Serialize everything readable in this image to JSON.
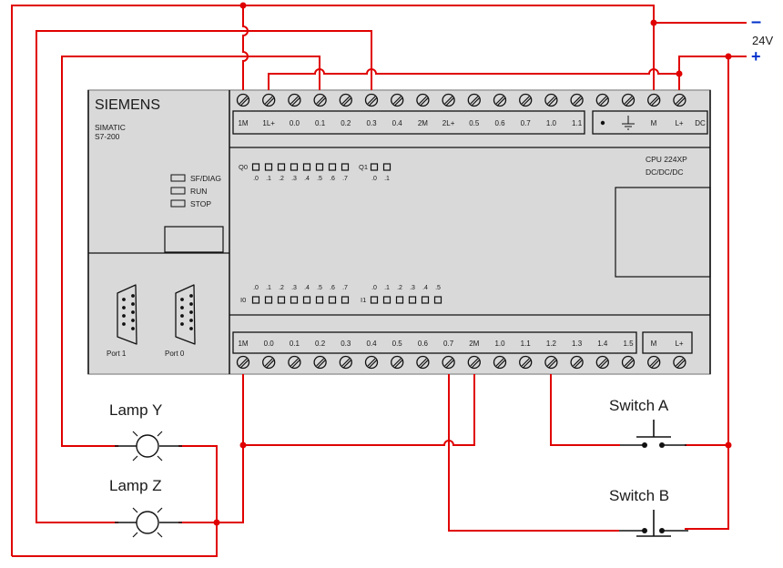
{
  "plc": {
    "brand": "SIEMENS",
    "family_line1": "SIMATIC",
    "family_line2": "S7-200",
    "model_line1": "CPU 224XP",
    "model_line2": "DC/DC/DC",
    "status_leds": [
      "SF/DIAG",
      "RUN",
      "STOP"
    ],
    "ports": [
      "Port 1",
      "Port 0"
    ],
    "top_terminals": [
      "1M",
      "1L+",
      "0.0",
      "0.1",
      "0.2",
      "0.3",
      "0.4",
      "2M",
      "2L+",
      "0.5",
      "0.6",
      "0.7",
      "1.0",
      "1.1"
    ],
    "top_power_terminals": [
      "•",
      "⏚",
      "M",
      "L+",
      "DC"
    ],
    "bottom_terminals": [
      "1M",
      "0.0",
      "0.1",
      "0.2",
      "0.3",
      "0.4",
      "0.5",
      "0.6",
      "0.7",
      "2M",
      "1.0",
      "1.1",
      "1.2",
      "1.3",
      "1.4",
      "1.5"
    ],
    "bottom_power_terminals": [
      "M",
      "L+"
    ],
    "output_leds": {
      "q0_label": "Q0",
      "q0_bits": [
        ".0",
        ".1",
        ".2",
        ".3",
        ".4",
        ".5",
        ".6",
        ".7"
      ],
      "q1_label": "Q1",
      "q1_bits": [
        ".0",
        ".1"
      ]
    },
    "input_leds": {
      "i0_label": "I0",
      "i0_bits": [
        ".0",
        ".1",
        ".2",
        ".3",
        ".4",
        ".5",
        ".6",
        ".7"
      ],
      "i1_label": "I1",
      "i1_bits": [
        ".0",
        ".1",
        ".2",
        ".3",
        ".4",
        ".5"
      ]
    }
  },
  "power_supply": {
    "minus": "–",
    "voltage": "24V",
    "plus": "+"
  },
  "components": {
    "lamp_y": "Lamp Y",
    "lamp_z": "Lamp Z",
    "switch_a": "Switch A",
    "switch_b": "Switch B"
  },
  "colors": {
    "wire": "#e00000",
    "supply_sign": "#0033cc",
    "plc_body": "#d9d9d9"
  }
}
